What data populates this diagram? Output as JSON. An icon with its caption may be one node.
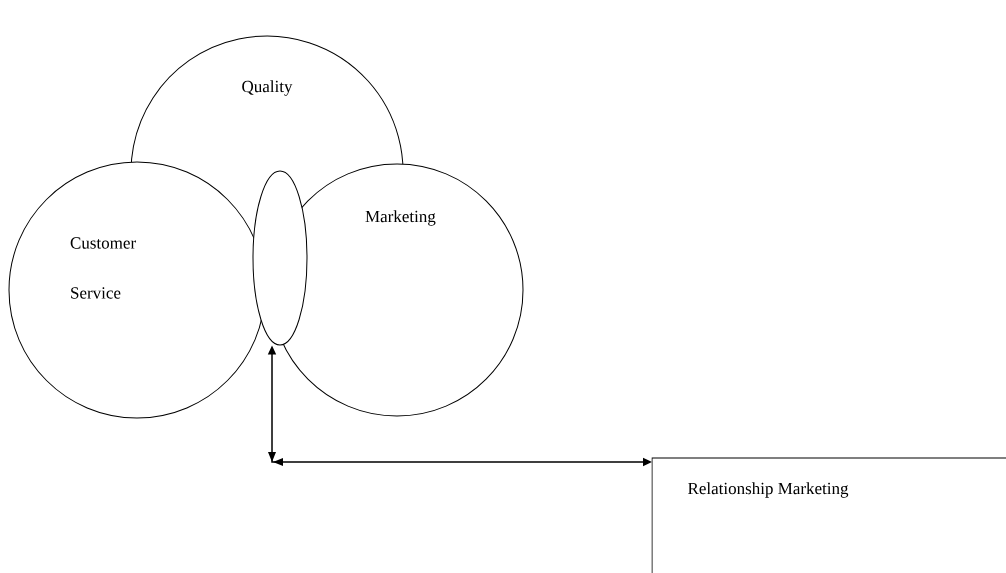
{
  "diagram": {
    "nodes": [
      {
        "text": [
          "Quality"
        ]
      },
      {
        "text": [
          "Customer Service"
        ]
      },
      {
        "text": [
          "Marketing"
        ]
      },
      {
        "text": [],
        "shape": "ellipse"
      },
      {
        "text": [
          "Relationship Marketing"
        ]
      }
    ],
    "edges": [
      {
        "from": 3,
        "to": 4,
        "arrow": "both"
      }
    ]
  }
}
